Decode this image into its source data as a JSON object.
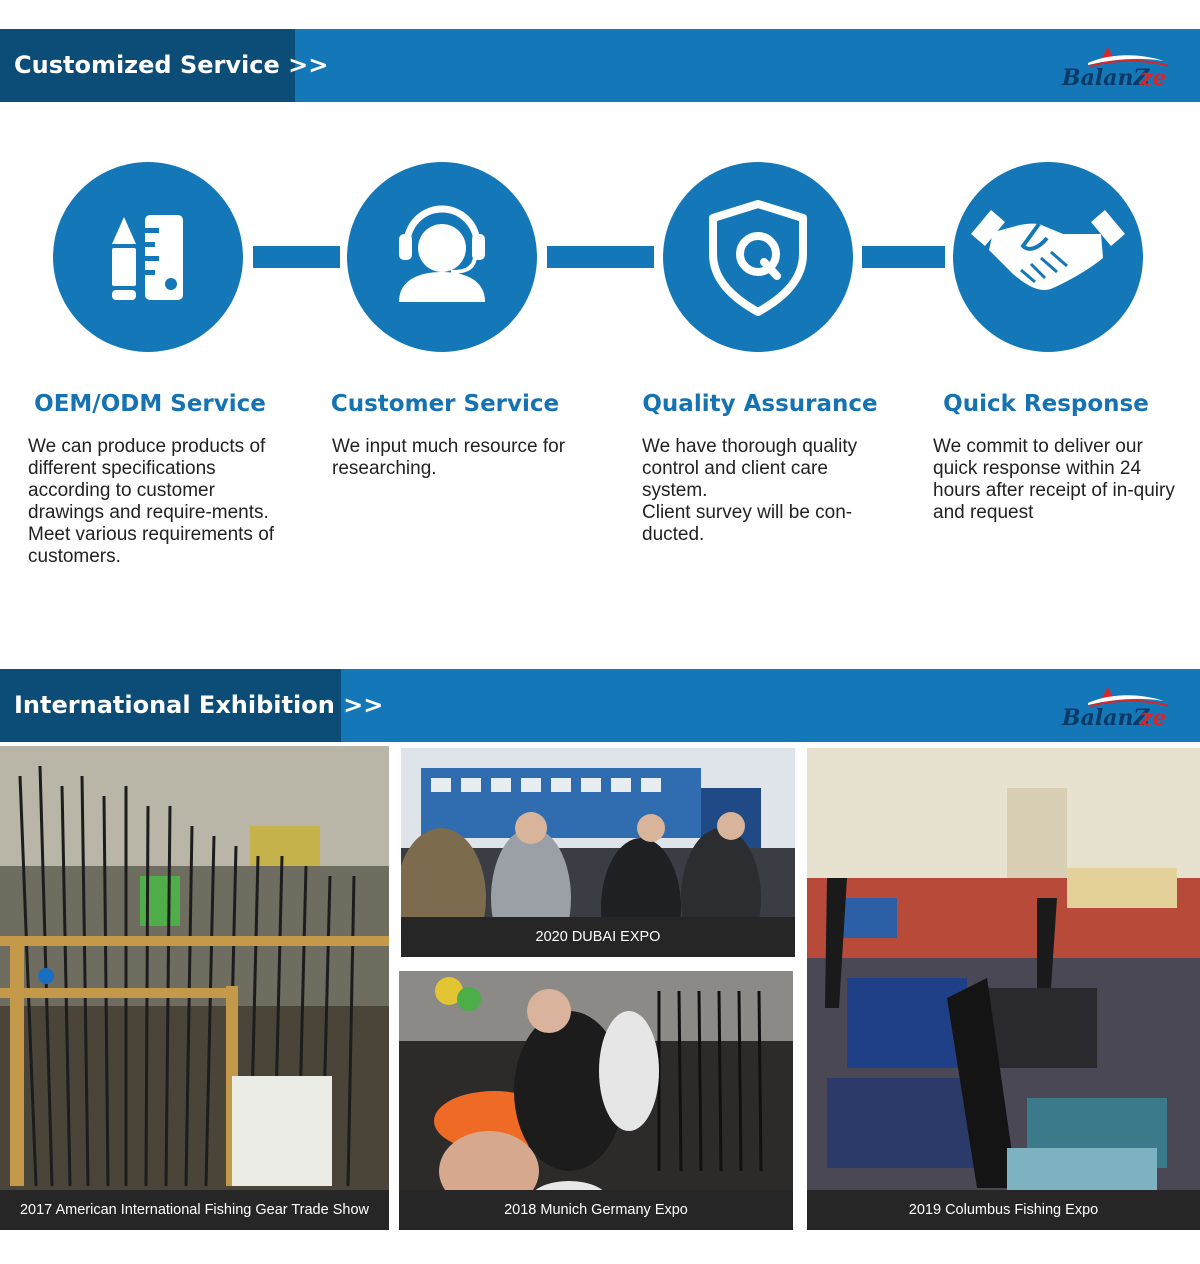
{
  "sections": {
    "service_heading": "Customized Service >>",
    "exhibition_heading": "International Exhibition >>"
  },
  "brand": {
    "logo_text": "BalanZze",
    "primary_color": "#1478b8",
    "dark_color": "#0c4d78",
    "accent_red": "#d9252a"
  },
  "features": [
    {
      "icon": "pencil-ruler-icon",
      "title": "OEM/ODM Service",
      "desc": [
        "We can produce products of different specifications according to customer drawings and require-ments.",
        "Meet various requirements of customers."
      ]
    },
    {
      "icon": "headset-agent-icon",
      "title": "Customer Service",
      "desc": [
        "We input much resource for researching."
      ]
    },
    {
      "icon": "shield-q-icon",
      "title": "Quality Assurance",
      "desc": [
        "We have thorough quality control and client care system.",
        "Client survey will be con-ducted."
      ]
    },
    {
      "icon": "handshake-icon",
      "title": "Quick Response",
      "desc": [
        "We commit to deliver our quick response within 24 hours after receipt of in-quiry and request"
      ]
    }
  ],
  "exhibitions": [
    {
      "caption": "2017 American International Fishing Gear Trade Show"
    },
    {
      "caption": "2020 DUBAI EXPO"
    },
    {
      "caption": "2018 Munich Germany Expo"
    },
    {
      "caption": "2019 Columbus Fishing Expo"
    }
  ]
}
